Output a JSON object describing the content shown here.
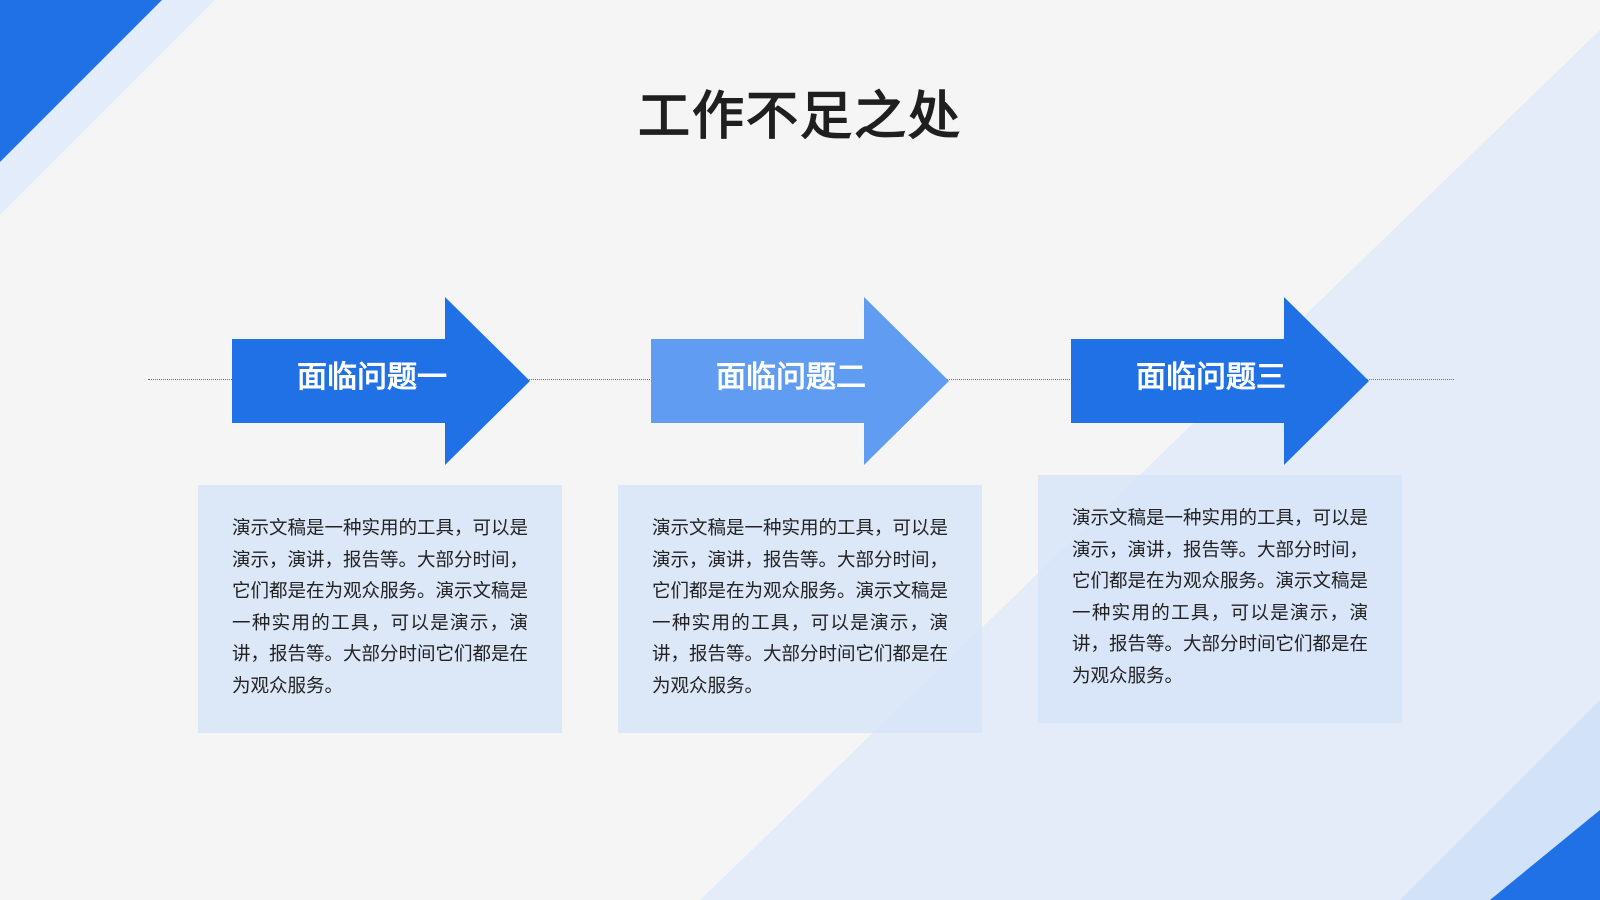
{
  "slide": {
    "title": "工作不足之处"
  },
  "steps": [
    {
      "label": "面临问题一",
      "color": "#2171e6",
      "description": "演示文稿是一种实用的工具，可以是演示，演讲，报告等。大部分时间，它们都是在为观众服务。演示文稿是一种实用的工具，可以是演示，演讲，报告等。大部分时间它们都是在为观众服务。"
    },
    {
      "label": "面临问题二",
      "color": "#5f9cf2",
      "description": "演示文稿是一种实用的工具，可以是演示，演讲，报告等。大部分时间，它们都是在为观众服务。演示文稿是一种实用的工具，可以是演示，演讲，报告等。大部分时间它们都是在为观众服务。"
    },
    {
      "label": "面临问题三",
      "color": "#2171e6",
      "description": "演示文稿是一种实用的工具，可以是演示，演讲，报告等。大部分时间，它们都是在为观众服务。演示文稿是一种实用的工具，可以是演示，演讲，报告等。大部分时间它们都是在为观众服务。"
    }
  ],
  "theme": {
    "accent_blue": "#2171e6",
    "light_blue": "#5f9cf2",
    "card_background": "#d7e4f8",
    "page_background": "#f5f5f5"
  }
}
